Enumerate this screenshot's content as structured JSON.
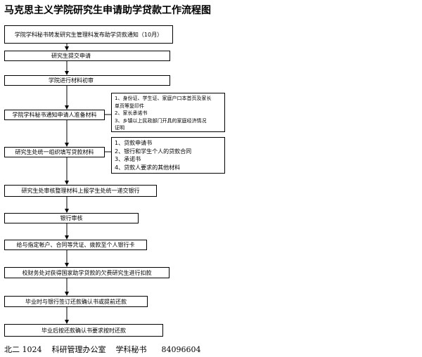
{
  "title": "马克思主义学院研究生申请助学贷款工作流程图",
  "steps": [
    "学院学科秘书转发研究生管理科发布助学贷款通知（10月）",
    "研究生提交申请",
    "学院进行材料初审",
    "学院学科秘书通知申请人准备材料",
    "研究生处统一组织填写贷款材料",
    "研究生处审核整理材料上报学生处统一递交银行",
    "银行审核",
    "给与指定帐户、合同等凭证、拨款至个人银行卡",
    "校财务处对获得国家助学贷款的欠费研究生进行扣款",
    "毕业时与银行签订还款确认书或提前还款",
    "毕业后按还款确认书要求按时还款"
  ],
  "notes": {
    "materials_prepare": [
      "1、身份证、学生证、家庭户口本首页及家长",
      "单页等复印件",
      "2、家长承诺书",
      "3、乡镇以上民政部门开具的家庭经济情况",
      "证明"
    ],
    "loan_forms": [
      "1、贷款申请书",
      "2、银行和学生个人的贷款合同",
      "3、承诺书",
      "4、贷款人要求的其他材料"
    ]
  },
  "footer": {
    "room": "北二 1024",
    "office": "科研管理办公室",
    "role": "学科秘书",
    "phone": "84096604"
  }
}
